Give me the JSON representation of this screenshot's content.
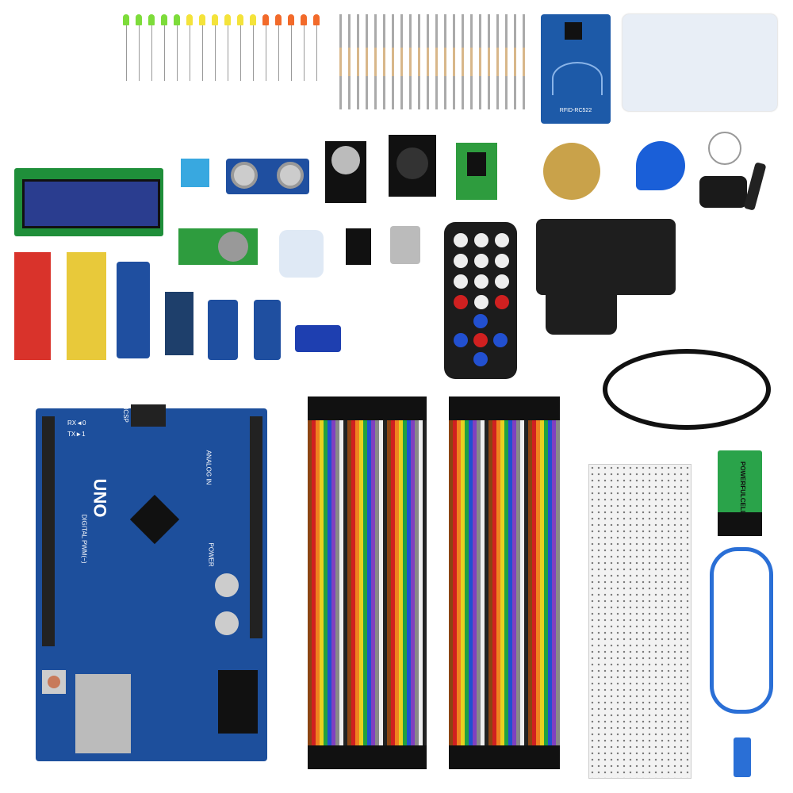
{
  "arduino": {
    "model": "UNO",
    "digital_label": "DIGITAL PWM(~)",
    "analog_label": "ANALOG IN",
    "power_label": "POWER",
    "icsp_label": "ICSP",
    "rx_label": "RX◄0",
    "tx_label": "TX►1"
  },
  "rfid": {
    "label": "RFID-RC522"
  },
  "battery": {
    "label": "POWERFULCELL"
  },
  "colors": {
    "pcb_blue": "#1f4fa0",
    "breadboard": "#f2f2f2",
    "cable_blue": "#2a6fd6"
  }
}
